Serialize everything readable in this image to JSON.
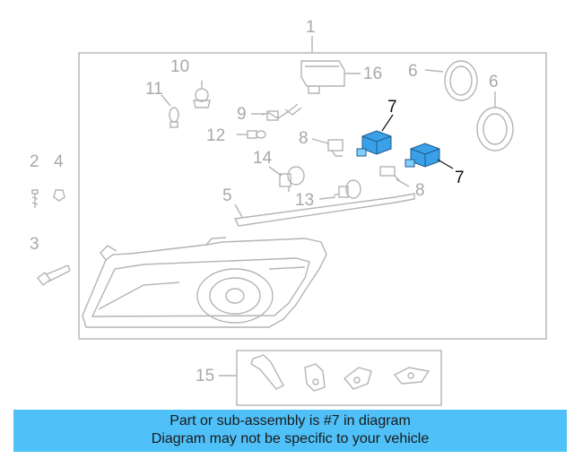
{
  "callouts": {
    "c1": "1",
    "c2": "2",
    "c3": "3",
    "c4": "4",
    "c5": "5",
    "c6a": "6",
    "c6b": "6",
    "c7a": "7",
    "c7b": "7",
    "c8a": "8",
    "c8b": "8",
    "c9": "9",
    "c10": "10",
    "c11": "11",
    "c12": "12",
    "c13": "13",
    "c14": "14",
    "c15": "15",
    "c16": "16"
  },
  "banner": {
    "line1": "Part or sub-assembly is #7 in diagram",
    "line2": "Diagram may not be specific to your vehicle"
  },
  "colors": {
    "highlight": "#4fc0f8",
    "line": "#b4b4b4",
    "highlight_part": "#3aa0e8"
  }
}
